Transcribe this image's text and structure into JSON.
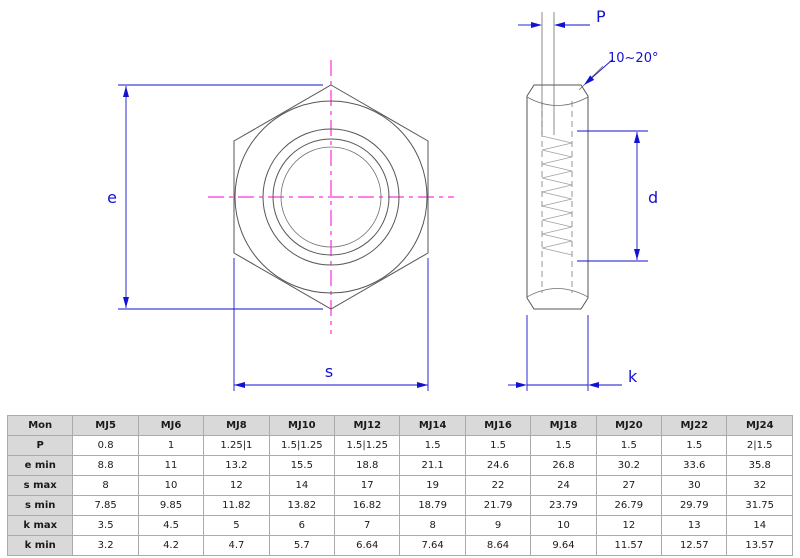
{
  "drawing": {
    "title": "hex-thin-nut-technical-drawing",
    "labels": {
      "pitch": "P",
      "chamfer_angle": "10~20°",
      "width_across_corners": "e",
      "thread_diameter": "d",
      "width_across_flats": "s",
      "thickness": "k"
    },
    "colors": {
      "dimension_blue": "#1212d2",
      "centerline_magenta": "#ff00cc",
      "outline_gray": "#565656"
    }
  },
  "table": {
    "headers": [
      "Mon",
      "MJ5",
      "MJ6",
      "MJ8",
      "MJ10",
      "MJ12",
      "MJ14",
      "MJ16",
      "MJ18",
      "MJ20",
      "MJ22",
      "MJ24"
    ],
    "rows": [
      {
        "label": "P",
        "values": [
          "0.8",
          "1",
          "1.25|1",
          "1.5|1.25",
          "1.5|1.25",
          "1.5",
          "1.5",
          "1.5",
          "1.5",
          "1.5",
          "2|1.5"
        ]
      },
      {
        "label": "e min",
        "values": [
          "8.8",
          "11",
          "13.2",
          "15.5",
          "18.8",
          "21.1",
          "24.6",
          "26.8",
          "30.2",
          "33.6",
          "35.8"
        ]
      },
      {
        "label": "s max",
        "values": [
          "8",
          "10",
          "12",
          "14",
          "17",
          "19",
          "22",
          "24",
          "27",
          "30",
          "32"
        ]
      },
      {
        "label": "s min",
        "values": [
          "7.85",
          "9.85",
          "11.82",
          "13.82",
          "16.82",
          "18.79",
          "21.79",
          "23.79",
          "26.79",
          "29.79",
          "31.75"
        ]
      },
      {
        "label": "k max",
        "values": [
          "3.5",
          "4.5",
          "5",
          "6",
          "7",
          "8",
          "9",
          "10",
          "12",
          "13",
          "14"
        ]
      },
      {
        "label": "k min",
        "values": [
          "3.2",
          "4.2",
          "4.7",
          "5.7",
          "6.64",
          "7.64",
          "8.64",
          "9.64",
          "11.57",
          "12.57",
          "13.57"
        ]
      }
    ]
  }
}
